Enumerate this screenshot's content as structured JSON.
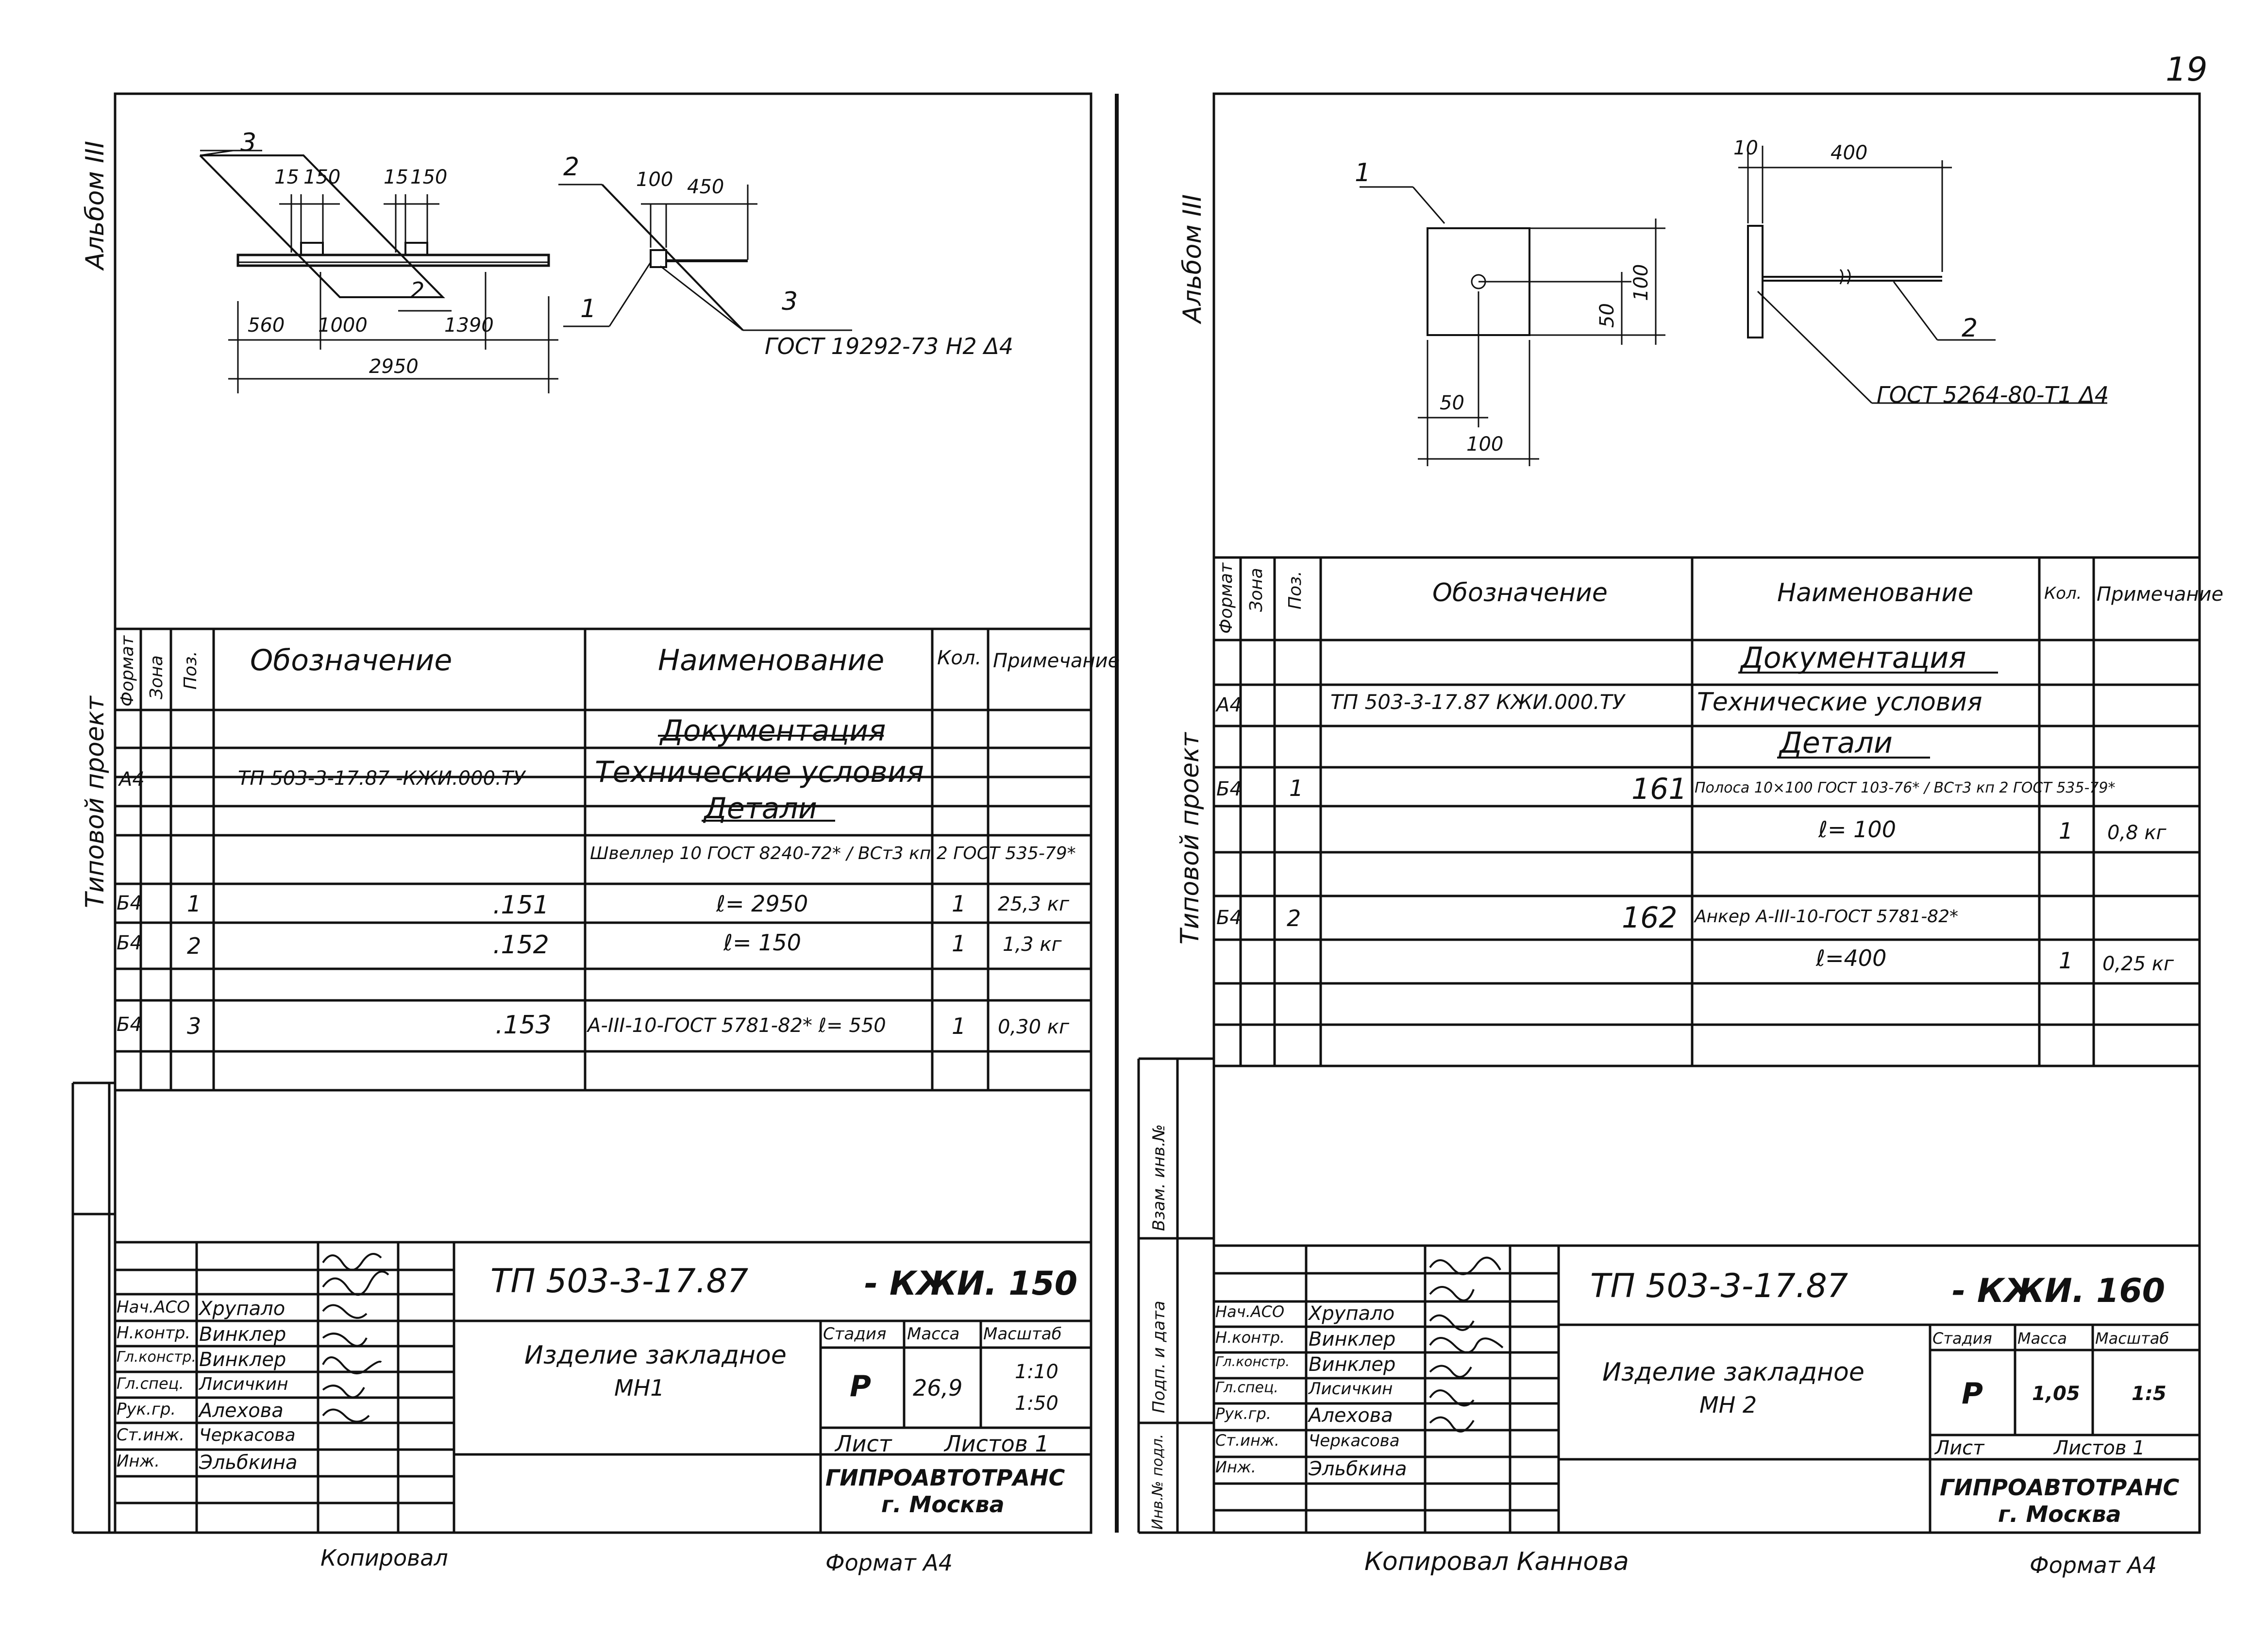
{
  "page_number": "19",
  "sheets": [
    {
      "id": "left",
      "album": "Альбом III",
      "project_label": "Типовой проект",
      "drawing": {
        "pos_labels": [
          "1",
          "2",
          "3"
        ],
        "dims": [
          "15",
          "150",
          "15",
          "150",
          "560",
          "1000",
          "1390",
          "2950",
          "100",
          "450"
        ],
        "weld_note": "ГОСТ 19292-73 Н2 Δ4"
      },
      "table": {
        "headers": [
          "Формат",
          "Зона",
          "Поз.",
          "Обозначение",
          "Наименование",
          "Кол.",
          "Примечание"
        ],
        "rows": [
          {
            "format": "",
            "zone": "",
            "pos": "",
            "designation": "",
            "name": "Документация",
            "qty": "",
            "note": ""
          },
          {
            "format": "А4",
            "zone": "",
            "pos": "",
            "designation": "ТП 503-3-17.87  -КЖИ.000.ТУ",
            "name": "Технические условия",
            "qty": "",
            "note": ""
          },
          {
            "format": "",
            "zone": "",
            "pos": "",
            "designation": "",
            "name": "Детали",
            "qty": "",
            "note": ""
          },
          {
            "format": "",
            "zone": "",
            "pos": "",
            "designation": "",
            "name": "Швеллер 10 ГОСТ 8240-72* / ВСт3 кп 2 ГОСТ 535-79*",
            "qty": "",
            "note": ""
          },
          {
            "format": "Б4",
            "zone": "",
            "pos": "1",
            "designation": ".151",
            "name": "ℓ= 2950",
            "qty": "1",
            "note": "25,3 кг"
          },
          {
            "format": "Б4",
            "zone": "",
            "pos": "2",
            "designation": ".152",
            "name": "ℓ= 150",
            "qty": "1",
            "note": "1,3 кг"
          },
          {
            "format": "Б4",
            "zone": "",
            "pos": "3",
            "designation": ".153",
            "name": "А-III-10-ГОСТ 5781-82* ℓ= 550",
            "qty": "1",
            "note": "0,30 кг"
          }
        ]
      },
      "title_block": {
        "code": "ТП 503-3-17.87",
        "mark": "- КЖИ. 150",
        "name_line1": "Изделие закладное",
        "name_line2": "МН1",
        "stage_label": "Стадия",
        "mass_label": "Масса",
        "scale_label": "Масштаб",
        "stage": "Р",
        "mass": "26,9",
        "scale1": "1:10",
        "scale2": "1:50",
        "sheet_label": "Лист",
        "sheets_label": "Листов 1",
        "org1": "ГИПРОАВТОТРАНС",
        "org2": "г. Москва",
        "roles": [
          {
            "role": "Нач.АСО",
            "name": "Хрупало"
          },
          {
            "role": "Н.контр.",
            "name": "Винклер"
          },
          {
            "role": "Гл.констр.",
            "name": "Винклер"
          },
          {
            "role": "Гл.спец.",
            "name": "Лисичкин"
          },
          {
            "role": "Рук.гр.",
            "name": "Алехова"
          },
          {
            "role": "Ст.инж.",
            "name": "Черкасова"
          },
          {
            "role": "Инж.",
            "name": "Эльбкина"
          }
        ]
      },
      "footer_left": "Копировал",
      "footer_right": "Формат А4"
    },
    {
      "id": "right",
      "album": "Альбом III",
      "project_label": "Типовой проект",
      "drawing": {
        "pos_labels": [
          "1",
          "2"
        ],
        "dims": [
          "10",
          "400",
          "50",
          "100",
          "50",
          "100"
        ],
        "weld_note": "ГОСТ 5264-80-Т1 Δ4"
      },
      "table": {
        "headers": [
          "Формат",
          "Зона",
          "Поз.",
          "Обозначение",
          "Наименование",
          "Кол.",
          "Примечание"
        ],
        "rows": [
          {
            "format": "",
            "zone": "",
            "pos": "",
            "designation": "",
            "name": "Документация",
            "qty": "",
            "note": ""
          },
          {
            "format": "А4",
            "zone": "",
            "pos": "",
            "designation": "ТП 503-3-17.87  КЖИ.000.ТУ",
            "name": "Технические условия",
            "qty": "",
            "note": ""
          },
          {
            "format": "",
            "zone": "",
            "pos": "",
            "designation": "",
            "name": "Детали",
            "qty": "",
            "note": ""
          },
          {
            "format": "Б4",
            "zone": "",
            "pos": "1",
            "designation": "161",
            "name": "Полоса 10×100 ГОСТ 103-76* / ВСт3 кп 2 ГОСТ 535-79*",
            "qty": "",
            "note": ""
          },
          {
            "format": "",
            "zone": "",
            "pos": "",
            "designation": "",
            "name": "ℓ= 100",
            "qty": "1",
            "note": "0,8 кг"
          },
          {
            "format": "Б4",
            "zone": "",
            "pos": "2",
            "designation": "162",
            "name": "Анкер А-III-10-ГОСТ 5781-82*",
            "qty": "",
            "note": ""
          },
          {
            "format": "",
            "zone": "",
            "pos": "",
            "designation": "",
            "name": "ℓ=400",
            "qty": "1",
            "note": "0,25 кг"
          }
        ]
      },
      "side_labels": [
        "Взам. инв.№",
        "Подп. и дата",
        "Инв.№ подл."
      ],
      "title_block": {
        "code": "ТП 503-3-17.87",
        "mark": "- КЖИ. 160",
        "name_line1": "Изделие закладное",
        "name_line2": "МН 2",
        "stage_label": "Стадия",
        "mass_label": "Масса",
        "scale_label": "Масштаб",
        "stage": "Р",
        "mass": "1,05",
        "scale1": "1:5",
        "sheet_label": "Лист",
        "sheets_label": "Листов 1",
        "org1": "ГИПРОАВТОТРАНС",
        "org2": "г. Москва",
        "roles": [
          {
            "role": "Нач.АСО",
            "name": "Хрупало"
          },
          {
            "role": "Н.контр.",
            "name": "Винклер"
          },
          {
            "role": "Гл.констр.",
            "name": "Винклер"
          },
          {
            "role": "Гл.спец.",
            "name": "Лисичкин"
          },
          {
            "role": "Рук.гр.",
            "name": "Алехова"
          },
          {
            "role": "Ст.инж.",
            "name": "Черкасова"
          },
          {
            "role": "Инж.",
            "name": "Эльбкина"
          }
        ]
      },
      "footer_left": "Копировал Каннова",
      "footer_right": "Формат А4"
    }
  ]
}
